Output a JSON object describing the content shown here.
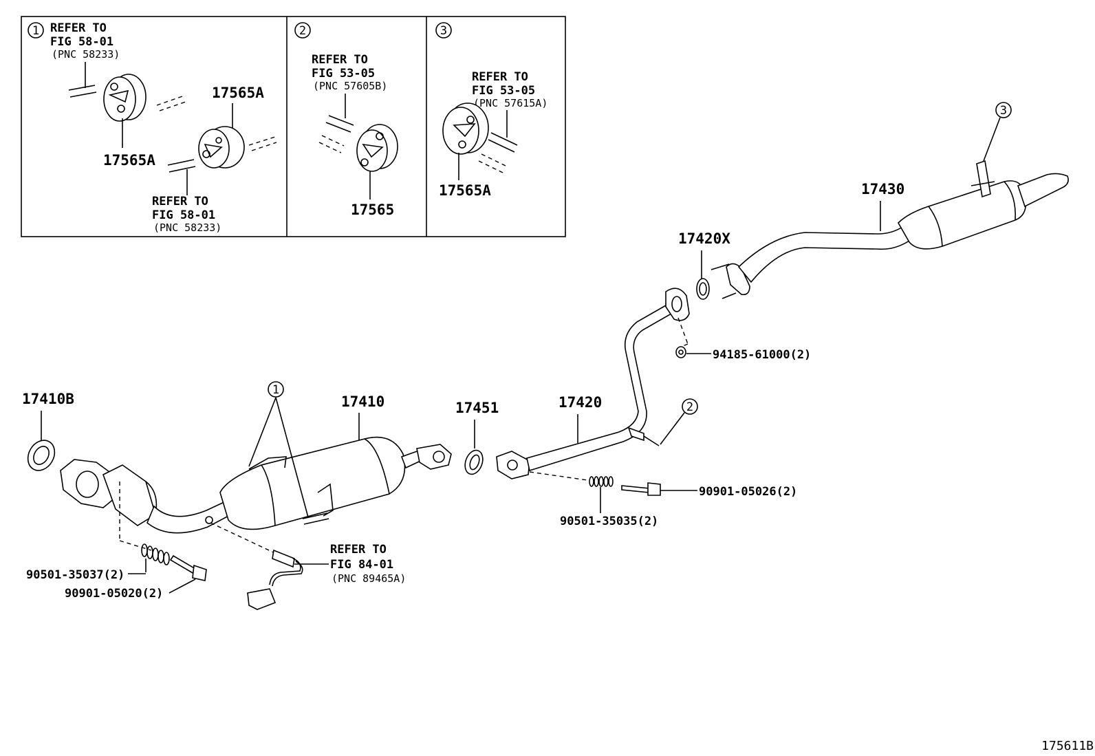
{
  "inset": {
    "panel1": {
      "number": "1",
      "ref_top": [
        "REFER TO",
        "FIG 58-01",
        "(PNC 58233)"
      ],
      "part_a": "17565A",
      "part_b": "17565A",
      "ref_bottom": [
        "REFER TO",
        "FIG 58-01",
        "(PNC 58233)"
      ]
    },
    "panel2": {
      "number": "2",
      "ref": [
        "REFER TO",
        "FIG 53-05",
        "(PNC 57605B)"
      ],
      "part": "17565"
    },
    "panel3": {
      "number": "3",
      "ref": [
        "REFER TO",
        "FIG 53-05",
        "(PNC 57615A)"
      ],
      "part": "17565A"
    }
  },
  "callouts": {
    "c1": "1",
    "c2": "2",
    "c3": "3"
  },
  "parts": {
    "p17410B": "17410B",
    "p17410": "17410",
    "p17451": "17451",
    "p17420": "17420",
    "p17420X": "17420X",
    "p17430": "17430",
    "p94185": "94185-61000(2)",
    "p90901a": "90901-05026(2)",
    "p90501a": "90501-35035(2)",
    "p90501b": "90501-35037(2)",
    "p90901b": "90901-05020(2)"
  },
  "sensor_ref": [
    "REFER TO",
    "FIG 84-01",
    "(PNC 89465A)"
  ],
  "sheet_id": "175611B"
}
